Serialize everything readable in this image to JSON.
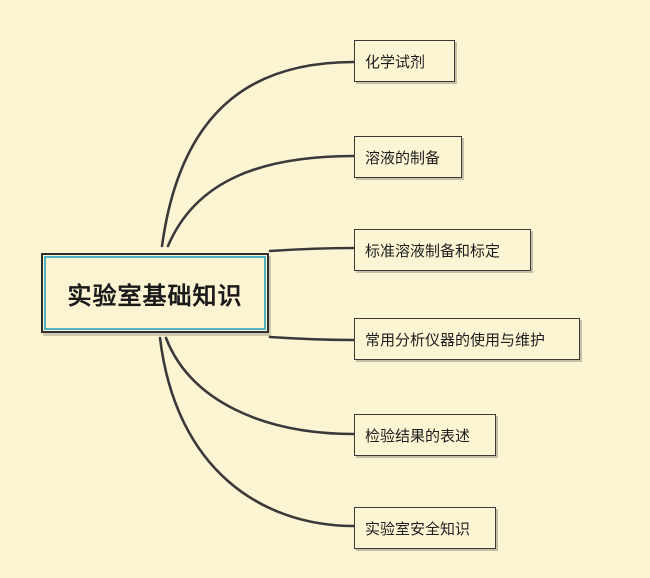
{
  "central_topic": "实验室基础知识",
  "topics": [
    "化学试剂",
    "溶液的制备",
    "标准溶液制备和标定",
    "常用分析仪器的使用与维护",
    "检验结果的表述",
    "实验室安全知识"
  ],
  "colors": {
    "background": "#fcf5d4",
    "line": "#3a3a3a",
    "central_accent": "#4fb3c8"
  }
}
